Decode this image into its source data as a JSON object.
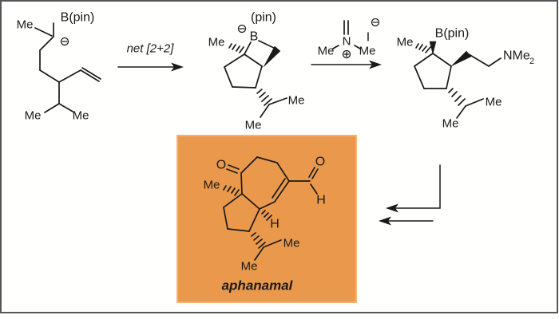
{
  "canvas": {
    "background": "#FFFFFE",
    "frame_color": "#55565A",
    "bond_color": "#1A1A1A"
  },
  "labels": {
    "me": "Me",
    "bpin": "B(pin)",
    "pin": "(pin)",
    "boron": "B",
    "nitrogen": "N",
    "iodide": "I",
    "oxygen": "O",
    "hydrogen": "H",
    "n_me": "NMe",
    "n_me_sub": "2"
  },
  "charges": {
    "minus": "⊖",
    "plus": "⊕"
  },
  "arrows": {
    "net_label": "net [2+2]"
  },
  "product_box": {
    "name": "aphanamal",
    "fill": "#EA994C",
    "border_color": "#F2B377"
  }
}
